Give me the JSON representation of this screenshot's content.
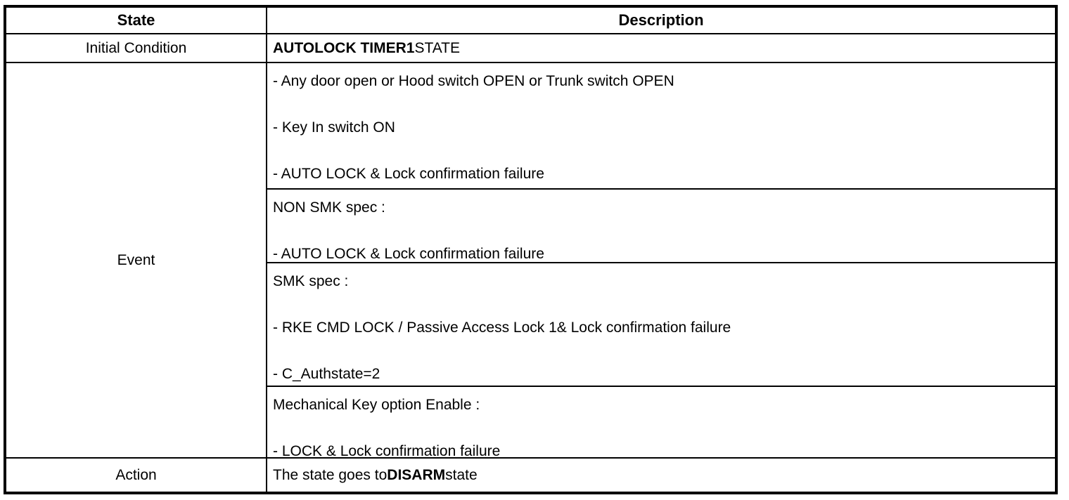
{
  "table": {
    "header": {
      "state": "State",
      "description": "Description"
    },
    "initial_condition": {
      "label": "Initial Condition",
      "value_bold": "AUTOLOCK TIMER1",
      "value_regular": "STATE"
    },
    "event": {
      "label": "Event",
      "subcells": [
        {
          "lines": [
            "- Any door open or Hood switch OPEN or Trunk switch OPEN",
            "",
            "- Key In switch ON",
            "",
            "- AUTO LOCK & Lock confirmation failure"
          ]
        },
        {
          "lines": [
            "NON SMK spec :",
            "",
            "- AUTO LOCK & Lock confirmation failure"
          ]
        },
        {
          "lines": [
            "SMK spec :",
            "",
            "- RKE CMD LOCK / Passive Access Lock 1& Lock confirmation failure",
            "",
            "- C_Authstate=2"
          ]
        },
        {
          "lines": [
            "Mechanical Key option Enable :",
            "",
            "- LOCK & Lock confirmation failure"
          ]
        }
      ]
    },
    "action": {
      "label": "Action",
      "value_prefix": "The state goes to",
      "value_bold": "DISARM",
      "value_suffix": "state"
    }
  }
}
